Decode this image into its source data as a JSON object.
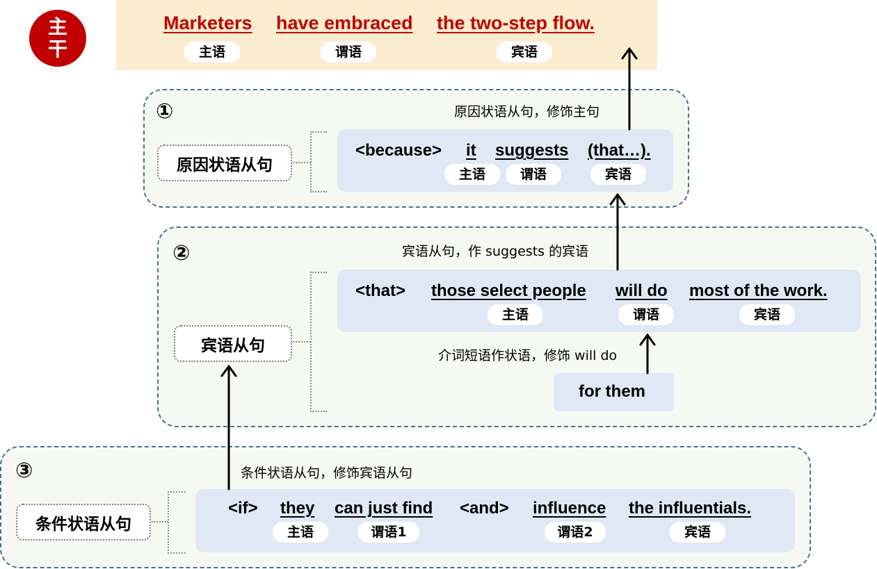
{
  "main": {
    "badge": [
      "主",
      "干"
    ],
    "words": [
      "Marketers",
      "have embraced",
      "the two-step flow."
    ],
    "roles": [
      "主语",
      "谓语",
      "宾语"
    ]
  },
  "sections": [
    {
      "number": "①",
      "label": "原因状语从句",
      "note": "原因状语从句，修饰主句",
      "words": [
        "<because>",
        "it",
        "suggests",
        "(that…)."
      ],
      "roles": [
        "主语",
        "谓语",
        "宾语"
      ]
    },
    {
      "number": "②",
      "label": "宾语从句",
      "note": "宾语从句，作 suggests 的宾语",
      "words": [
        "<that>",
        "those select people",
        "will do",
        "most of the work."
      ],
      "roles": [
        "主语",
        "谓语",
        "宾语"
      ],
      "sub_note": "介词短语作状语，修饰 will do",
      "sub_phrase": "for them"
    },
    {
      "number": "③",
      "label": "条件状语从句",
      "note": "条件状语从句，修饰宾语从句",
      "words": [
        "<if>",
        "they",
        "can just find",
        "<and>",
        "influence",
        "the influentials."
      ],
      "roles": [
        "主语",
        "谓语1",
        "谓语2",
        "宾语"
      ]
    }
  ],
  "colors": {
    "accent_red": "#c00000",
    "main_band": "#fcedd0",
    "panel_blue": "#dfe8f4",
    "section_border": "#4a6f91",
    "section_fill": "#f6f9f1"
  }
}
